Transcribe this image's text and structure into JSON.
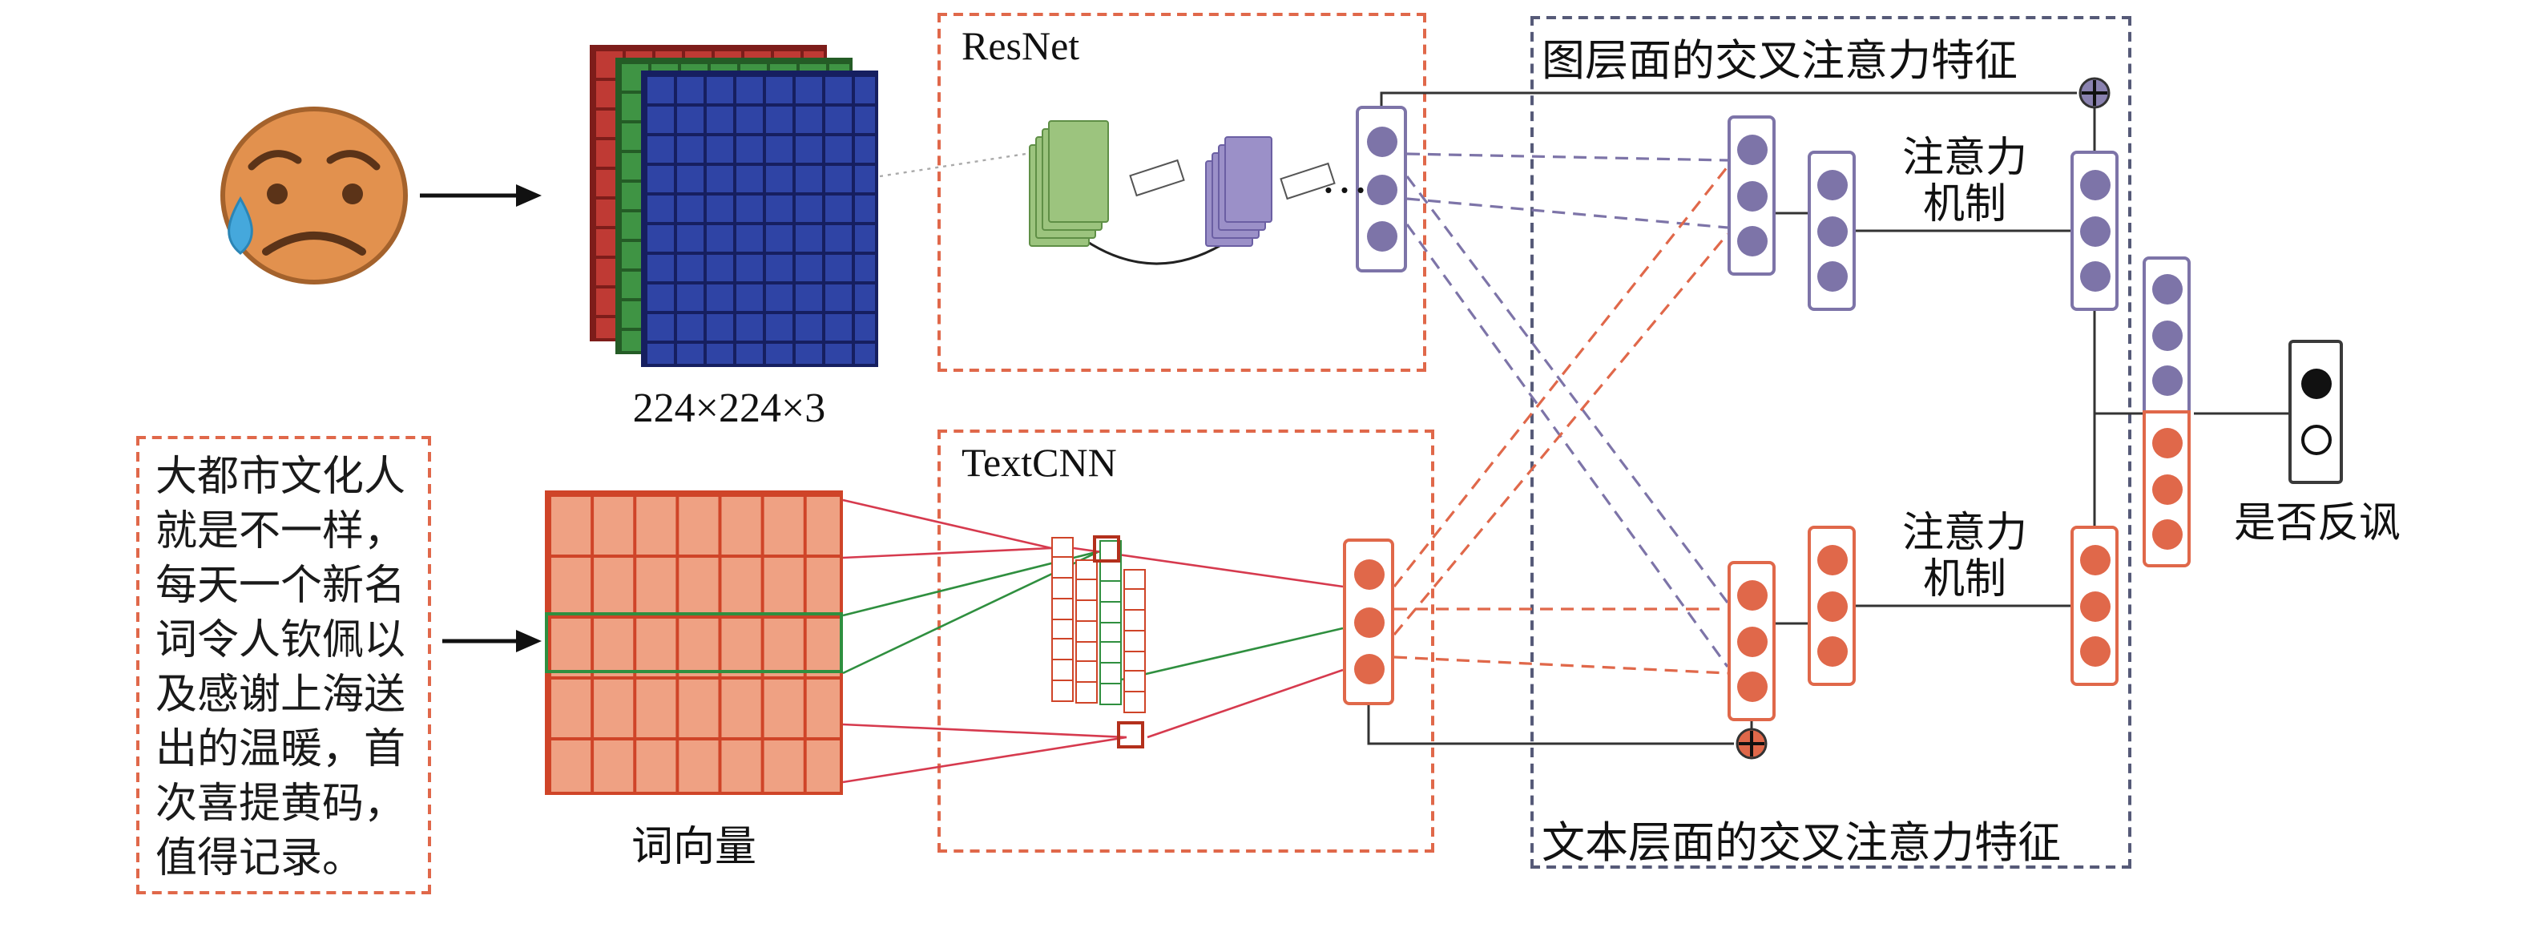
{
  "figure": {
    "image_branch": {
      "input_label": "224×224×3",
      "encoder_title": "ResNet",
      "ellipsis": "…"
    },
    "text_branch": {
      "input_lines": [
        "大都市文化人",
        "就是不一样，",
        "每天一个新名",
        "词令人钦佩以",
        "及感谢上海送",
        "出的温暖，首",
        "次喜提黄码，",
        "值得记录。"
      ],
      "encoder_title": "TextCNN",
      "input_label": "词向量"
    },
    "cross_attention": {
      "image_label": "图层面的交叉注意力特征",
      "text_label": "文本层面的交叉注意力特征",
      "attention_line1": "注意力",
      "attention_line2": "机制"
    },
    "output": {
      "label": "是否反讽"
    },
    "colors": {
      "image_feature": "#7d74a8",
      "text_feature": "#e0684a",
      "dashed_module_box": "#e0684a",
      "cross_attention_box": "#565a78",
      "kernel_green": "#2f8f3f",
      "kernel_red": "#d63a4e"
    }
  }
}
